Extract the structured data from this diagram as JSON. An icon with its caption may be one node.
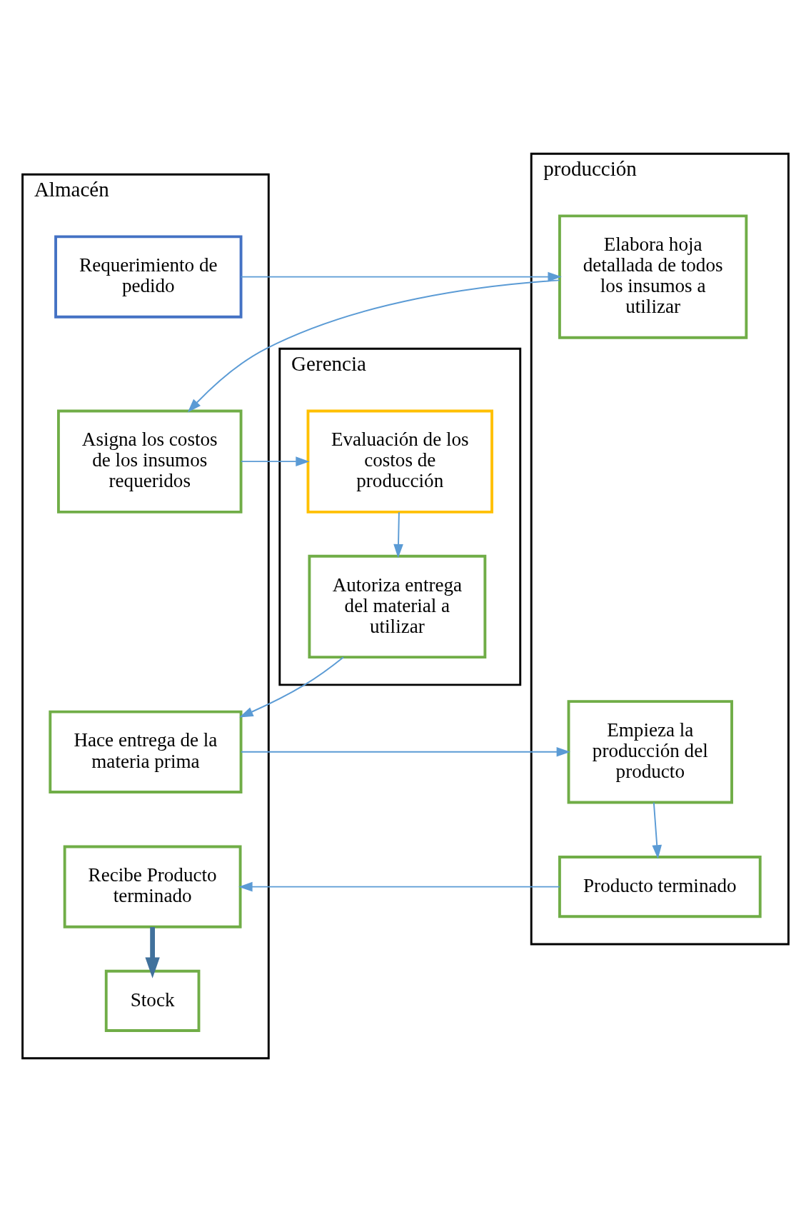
{
  "diagram": {
    "nodes": [
      {
        "text": [
          "Almacén"
        ]
      },
      {
        "text": [
          "producción"
        ]
      },
      {
        "text": [
          "Gerencia"
        ]
      },
      {
        "text": [
          "Requerimiento de pedido"
        ],
        "in": 0
      },
      {
        "text": [
          "Elabora hoja detallada de todos los insumos a utilizar"
        ],
        "in": 1
      },
      {
        "text": [
          "Evaluación de los costos de producción"
        ],
        "in": 2
      },
      {
        "text": [
          "Asigna los costos de los insumos requeridos"
        ],
        "in": 0
      },
      {
        "text": [
          "Autoriza entrega del material a utilizar"
        ],
        "in": 2
      },
      {
        "text": [
          "Hace entrega de la materia prima"
        ],
        "in": 0
      },
      {
        "text": [
          "Empieza la producción del producto"
        ],
        "in": 1
      },
      {
        "text": [
          "Recibe Producto terminado"
        ],
        "in": 0
      },
      {
        "text": [
          "Producto terminado"
        ],
        "in": 1
      },
      {
        "text": [
          "Stock"
        ],
        "in": 0
      }
    ],
    "edges": [
      {
        "from": 3,
        "to": 4,
        "arrow": "to"
      },
      {
        "from": 4,
        "to": 6,
        "arrow": "to"
      },
      {
        "from": 6,
        "to": 5,
        "arrow": "to"
      },
      {
        "from": 5,
        "to": 7,
        "arrow": "to"
      },
      {
        "from": 7,
        "to": 8,
        "arrow": "to"
      },
      {
        "from": 8,
        "to": 9,
        "arrow": "to"
      },
      {
        "from": 9,
        "to": 11,
        "arrow": "to"
      },
      {
        "from": 11,
        "to": 10,
        "arrow": "to"
      },
      {
        "from": 10,
        "to": 12,
        "arrow": "to",
        "style": "thick",
        "color": "#41719c"
      }
    ]
  }
}
